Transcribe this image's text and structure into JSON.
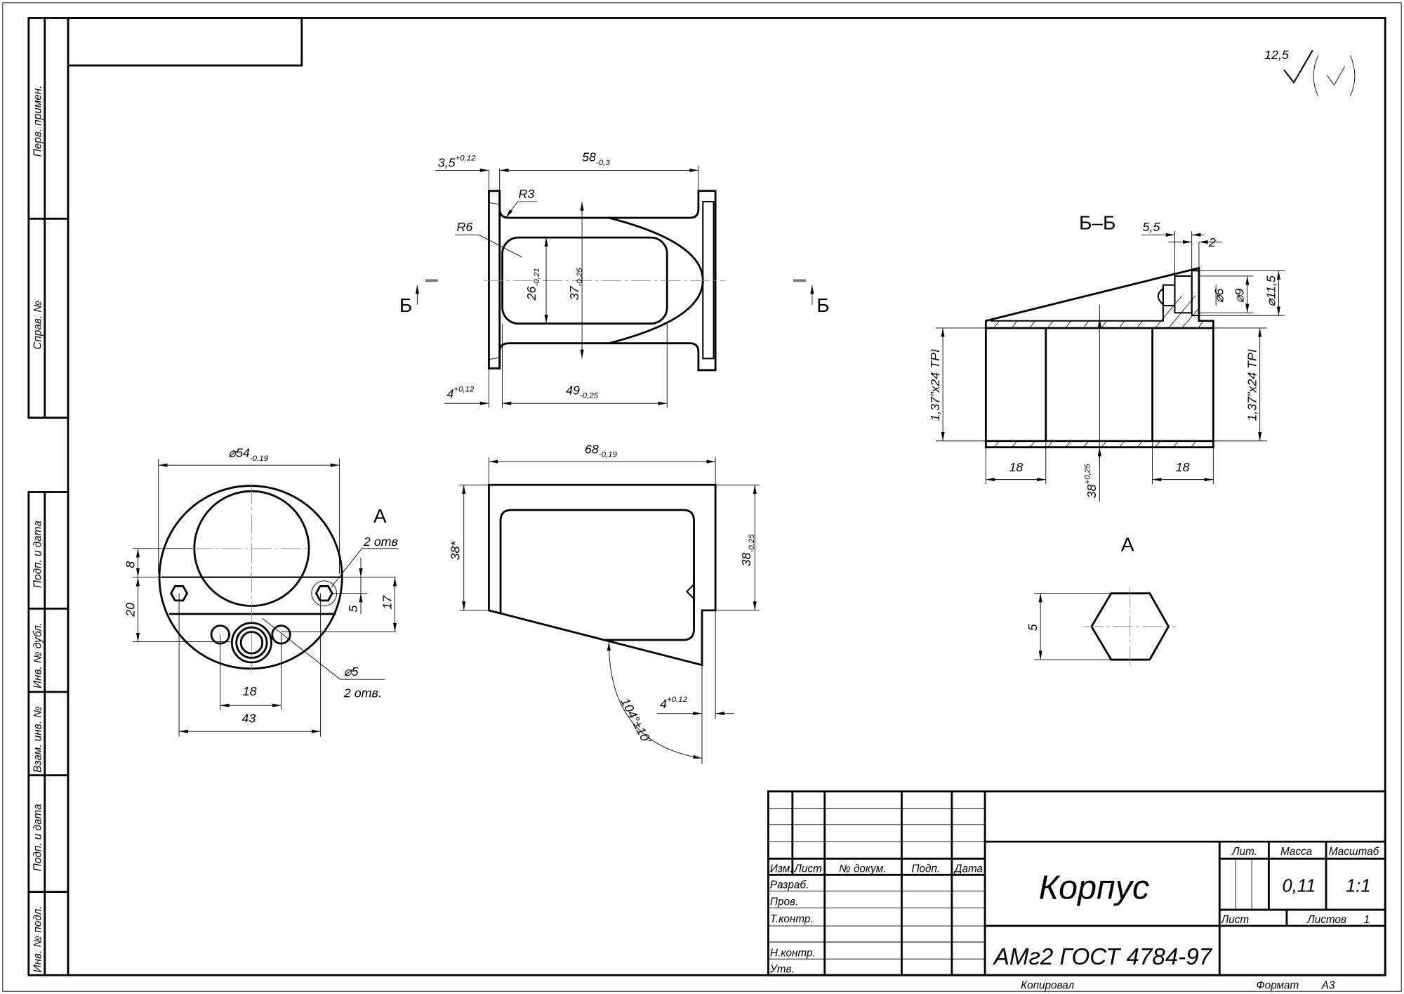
{
  "stamp": {
    "first_use": "Перв. примен.",
    "ref_no": "Справ. №",
    "sign_date_1": "Подп. и дата",
    "dup_inv": "Инв. № дубл.",
    "repl_inv": "Взам. инв. №",
    "sign_date_2": "Подп. и дата",
    "orig_inv": "Инв. № подл."
  },
  "roughness": {
    "value": "12,5"
  },
  "top_view": {
    "section_mark": "Б",
    "d35": {
      "v": "3,5",
      "tol": "+0,12"
    },
    "d58": {
      "v": "58",
      "tol": "-0,3"
    },
    "r3": "R3",
    "r6": "R6",
    "d26": {
      "v": "26",
      "tol": "-0,21"
    },
    "d37": {
      "v": "37",
      "tol": "-0,25"
    },
    "d4": {
      "v": "4",
      "tol": "+0,12"
    },
    "d49": {
      "v": "49",
      "tol": "-0,25"
    }
  },
  "end_view": {
    "d54": {
      "v": "⌀54",
      "tol": "-0,19"
    },
    "d8": "8",
    "d20": "20",
    "d17": "17",
    "d5": "5",
    "d18": "18",
    "d43": "43",
    "view_a_mark": "А",
    "hex_note": "2 отв",
    "hole_dia": "⌀5",
    "hole_count": "2 отв."
  },
  "front_view": {
    "d68": {
      "v": "68",
      "tol": "-0,19"
    },
    "d38ref": "38*",
    "d38": {
      "v": "38",
      "tol": "-0,25"
    },
    "angle": "104°±10'",
    "d4": {
      "v": "4",
      "tol": "+0,12"
    }
  },
  "section_bb": {
    "title": "Б–Б",
    "d55": "5,5",
    "d2": "2",
    "d6": "⌀6",
    "d9": "⌀9",
    "d115": "⌀11,5",
    "thread_left": "1,37\"x24 TPI",
    "thread_right": "1,37\"x24 TPI",
    "d18_left": "18",
    "d18_right": "18",
    "d38": {
      "v": "38",
      "tol": "+0,25"
    }
  },
  "view_a": {
    "title": "А",
    "d5": "5"
  },
  "title_block": {
    "headers": [
      "Изм.",
      "Лист",
      "№ докум.",
      "Подп.",
      "Дата"
    ],
    "roles": [
      "Разраб.",
      "Пров.",
      "Т.контр.",
      "Н.контр.",
      "Утв."
    ],
    "name": "Корпус",
    "material": "АМг2  ГОСТ 4784-97",
    "lit_label": "Лит.",
    "mass_label": "Масса",
    "scale_label": "Масштаб",
    "mass": "0,11",
    "scale": "1:1",
    "sheet_label": "Лист",
    "sheets_label": "Листов",
    "sheets": "1",
    "copied": "Копировал",
    "format_label": "Формат",
    "format": "А3"
  }
}
